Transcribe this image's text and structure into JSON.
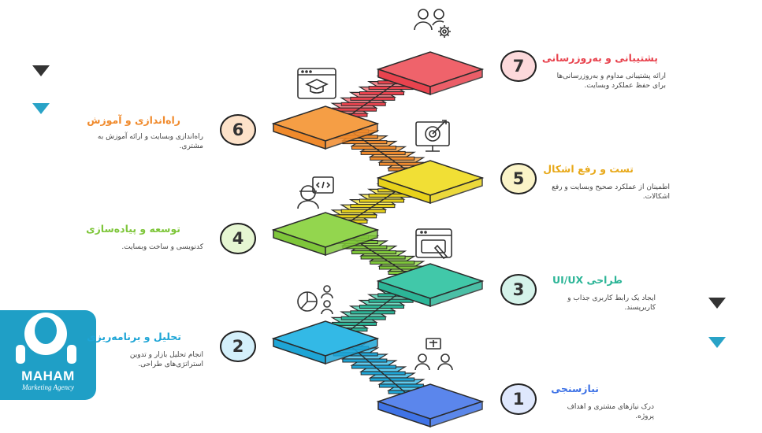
{
  "steps": [
    {
      "number": "1",
      "title": "نیازسنجی",
      "desc": "درک نیازهای مشتری و اهداف پروژه.",
      "color": "#3f73e6",
      "light": "#6f96f0",
      "top": "#5b86ec",
      "icon": "meeting-icon"
    },
    {
      "number": "2",
      "title": "تحلیل و برنامه‌ریزی",
      "desc": "انجام تحلیل بازار و تدوین استراتژی‌های طراحی.",
      "color": "#1ea5d6",
      "light": "#5fcaee",
      "top": "#33b9e6",
      "icon": "analysis-icon"
    },
    {
      "number": "3",
      "title": "طراحی UI/UX",
      "desc": "ایجاد یک رابط کاربری جذاب و کاربرپسند.",
      "color": "#2cb597",
      "light": "#6fd9c0",
      "top": "#41c8a9",
      "icon": "design-icon"
    },
    {
      "number": "4",
      "title": "توسعه و پیاده‌سازی",
      "desc": "کدنویسی و ساخت وبسایت.",
      "color": "#7ec63a",
      "light": "#a9e06b",
      "top": "#93d64e",
      "icon": "developer-icon"
    },
    {
      "number": "5",
      "title": "تست و رفع اشکال",
      "desc": "اطمینان از عملکرد صحیح وبسایت و رفع اشکالات.",
      "color": "#e8d21a",
      "light": "#f6ea6a",
      "top": "#f1df35",
      "icon": "target-icon"
    },
    {
      "number": "6",
      "title": "راه‌اندازی و آموزش",
      "desc": "راه‌اندازی وبسایت و ارائه آموزش به مشتری.",
      "color": "#f08a2c",
      "light": "#f8b468",
      "top": "#f59e45",
      "icon": "training-icon"
    },
    {
      "number": "7",
      "title": "پشتیبانی و به‌روزرسانی",
      "desc": "ارائه پشتیبانی مداوم و به‌روزرسانی‌ها برای حفظ عملکرد وبسایت.",
      "color": "#e8434e",
      "light": "#f58a90",
      "top": "#ef636b",
      "icon": "support-icon"
    }
  ],
  "title_colors": {
    "1": "#3f73e6",
    "2": "#1ea5d6",
    "3": "#2cb597",
    "4": "#7ec63a",
    "5": "#e8a91a",
    "6": "#f08a2c",
    "7": "#e8434e"
  },
  "logo": {
    "brand": "MAHAM",
    "tagline": "Marketing Agency"
  },
  "decor": [
    "dark-triangle-icon",
    "blue-triangle-icon"
  ]
}
